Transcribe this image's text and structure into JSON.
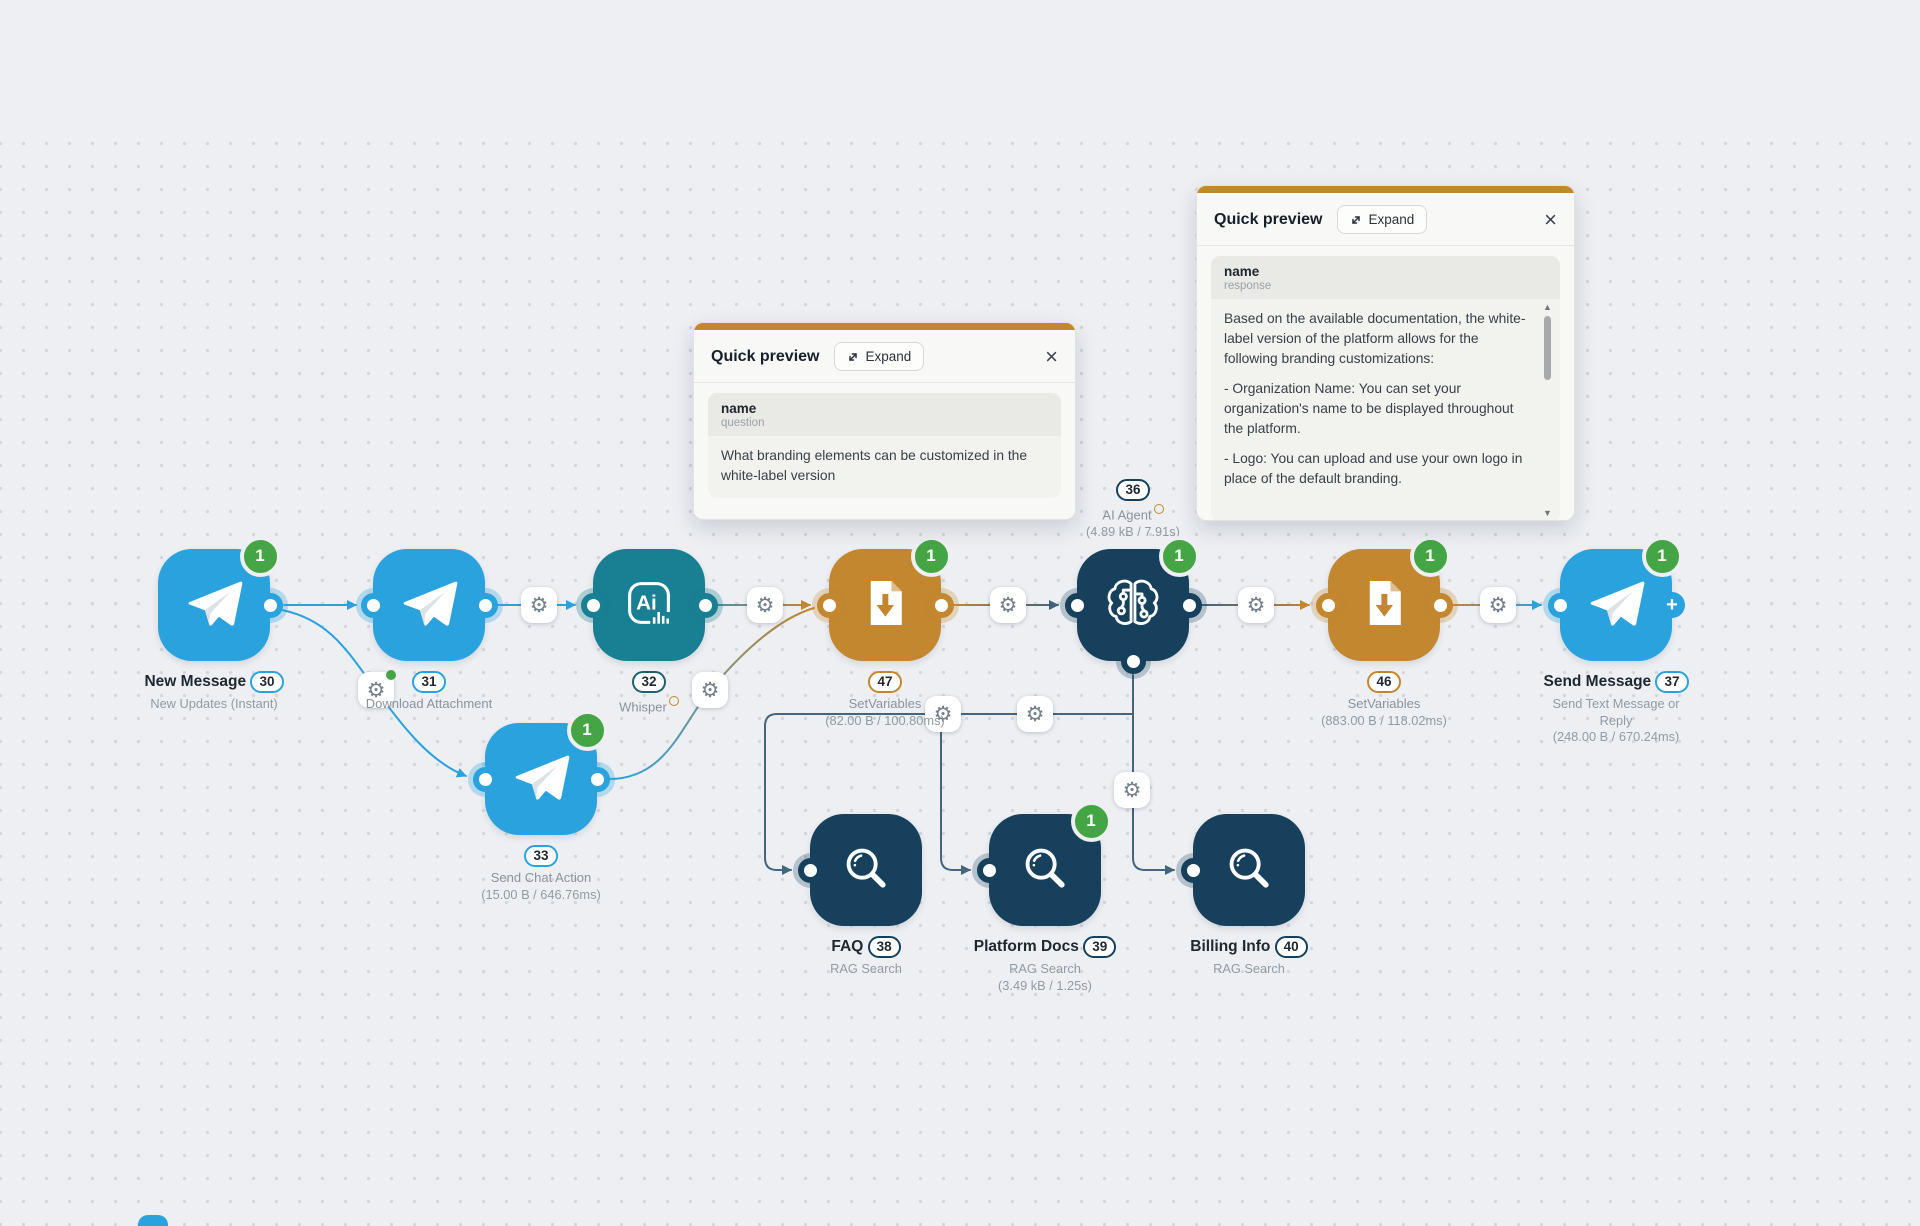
{
  "colors": {
    "canvas_bg": "#edeff3",
    "dot": "#d3d6dc",
    "telegram_blue": "#2aa2de",
    "whisper_teal": "#197f93",
    "variables_amber": "#c2872f",
    "agent_navy": "#16405c",
    "badge_green": "#45a545",
    "wire_slate": "#44657c",
    "panel_accent": "#c2872f"
  },
  "icons": {
    "gear": "⚙",
    "close": "×",
    "plus": "+",
    "scroll_up": "▲",
    "scroll_down": "▼"
  },
  "panels": {
    "question_preview": {
      "title": "Quick preview",
      "expand_label": "Expand",
      "field_name": "name",
      "field_role": "question",
      "text": "What branding elements can be customized in the white-label version"
    },
    "response_preview": {
      "title": "Quick preview",
      "expand_label": "Expand",
      "field_name": "name",
      "field_role": "response",
      "paragraphs": [
        "Based on the available documentation, the white-label version of the platform allows for the following branding customizations:",
        "- Organization Name: You can set your organization's name to be displayed throughout the platform.",
        "- Logo: You can upload and use your own logo in place of the default branding."
      ]
    }
  },
  "nodes": [
    {
      "id": "new-message",
      "pill": "30",
      "title": "New Message",
      "subtitle": "New Updates (Instant)",
      "badge": "1",
      "app": "telegram"
    },
    {
      "id": "download-attachment",
      "pill": "31",
      "title": "Download Attachment",
      "app": "telegram"
    },
    {
      "id": "whisper",
      "pill": "32",
      "title": "Whisper",
      "info_mark": true,
      "app": "whisper-ai"
    },
    {
      "id": "set-variables-47",
      "pill": "47",
      "title": "SetVariables",
      "stats": "(82.00 B / 100.80ms)",
      "badge": "1",
      "app": "set-variables"
    },
    {
      "id": "ai-agent",
      "pill": "36",
      "title": "AI Agent",
      "stats": "(4.89 kB / 7.91s)",
      "badge": "1",
      "info_mark": true,
      "app": "ai-agent"
    },
    {
      "id": "set-variables-46",
      "pill": "46",
      "title": "SetVariables",
      "stats": "(883.00 B / 118.02ms)",
      "badge": "1",
      "app": "set-variables"
    },
    {
      "id": "send-message",
      "pill": "37",
      "title": "Send Message",
      "subtitle": "Send Text Message or Reply",
      "stats": "(248.00 B / 670.24ms)",
      "badge": "1",
      "app": "telegram"
    },
    {
      "id": "send-chat-action",
      "pill": "33",
      "title": "Send Chat Action",
      "stats": "(15.00 B / 646.76ms)",
      "badge": "1",
      "app": "telegram"
    },
    {
      "id": "faq",
      "pill": "38",
      "title": "FAQ",
      "subtitle": "RAG Search",
      "app": "rag-search"
    },
    {
      "id": "platform-docs",
      "pill": "39",
      "title": "Platform Docs",
      "subtitle": "RAG Search",
      "stats": "(3.49 kB / 1.25s)",
      "badge": "1",
      "app": "rag-search"
    },
    {
      "id": "billing-info",
      "pill": "40",
      "title": "Billing Info",
      "subtitle": "RAG Search",
      "app": "rag-search"
    }
  ]
}
